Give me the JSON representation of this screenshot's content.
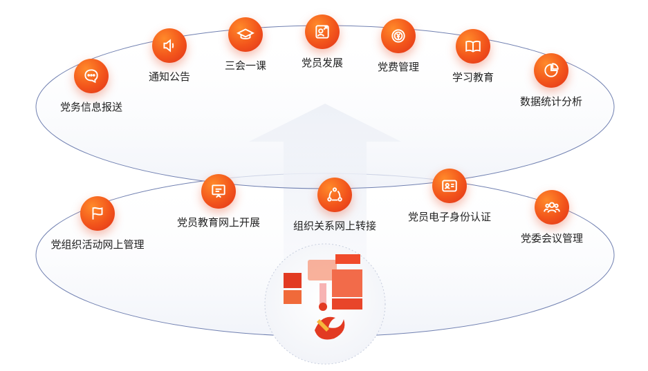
{
  "top_ring": [
    {
      "label": "党务信息报送",
      "icon": "chat-bubble-icon"
    },
    {
      "label": "通知公告",
      "icon": "speaker-icon"
    },
    {
      "label": "三会一课",
      "icon": "graduation-cap-icon"
    },
    {
      "label": "党员发展",
      "icon": "person-growth-icon"
    },
    {
      "label": "党费管理",
      "icon": "yuan-coin-icon"
    },
    {
      "label": "学习教育",
      "icon": "open-book-icon"
    },
    {
      "label": "数据统计分析",
      "icon": "pie-chart-icon"
    }
  ],
  "bottom_ring": [
    {
      "label": "党组织活动网上管理",
      "icon": "flag-icon"
    },
    {
      "label": "党员教育网上开展",
      "icon": "presentation-board-icon"
    },
    {
      "label": "组织关系网上转接",
      "icon": "network-nodes-icon"
    },
    {
      "label": "党员电子身份认证",
      "icon": "id-card-icon"
    },
    {
      "label": "党委会议管理",
      "icon": "group-users-icon"
    }
  ],
  "colors": {
    "accent": "#f2541b",
    "ring_stroke": "#6f7fb0",
    "arrow": "#e8ecf4"
  }
}
